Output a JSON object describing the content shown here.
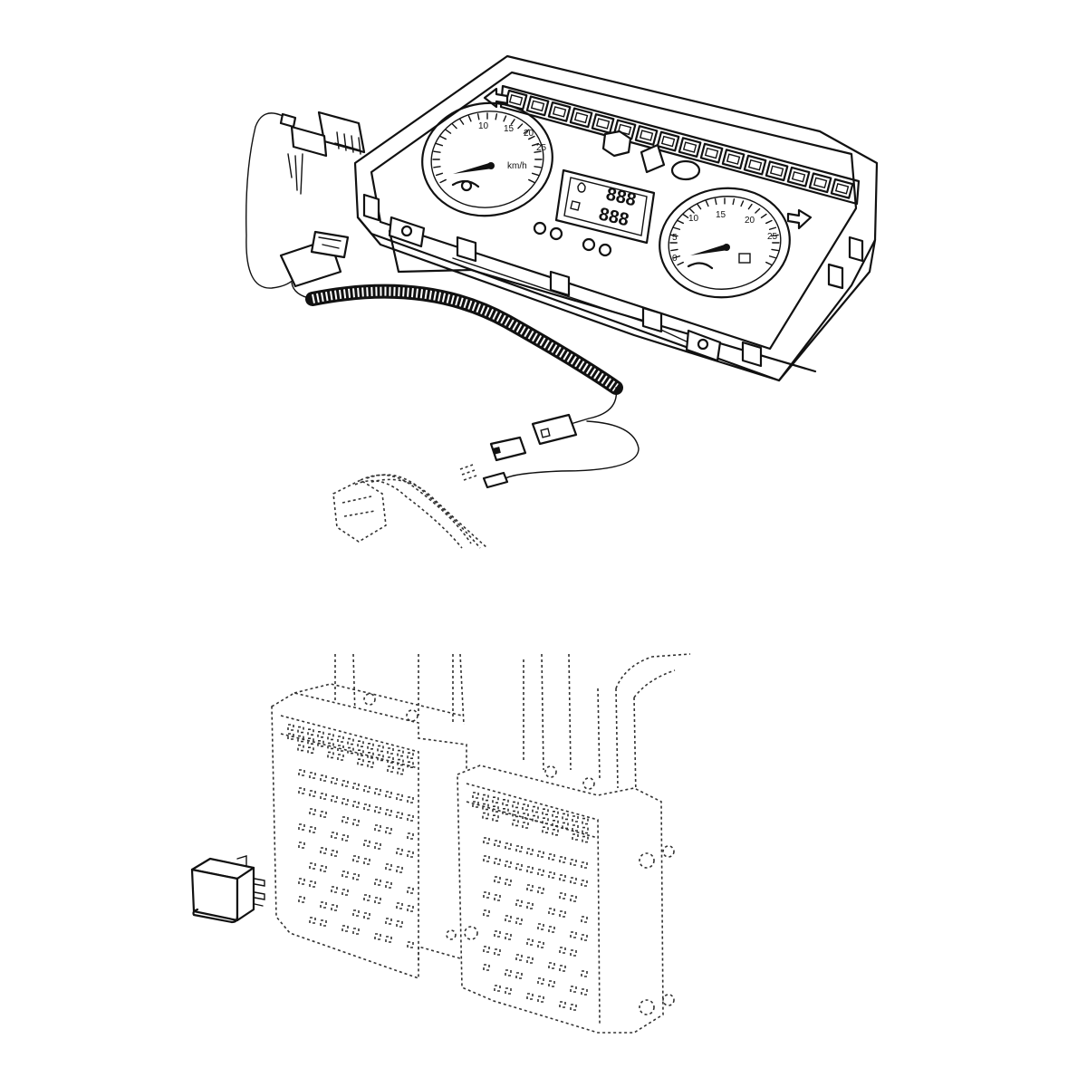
{
  "speedometer": {
    "scale_labels": [
      "10",
      "15",
      "20",
      "25"
    ],
    "unit": "km/h"
  },
  "tachometer": {
    "scale_labels": [
      "10",
      "15",
      "20",
      "25",
      "5",
      "0"
    ]
  },
  "odometer_digits": [
    "888",
    "888"
  ],
  "indicator_count": 16,
  "colors": {
    "stroke": "#111111",
    "dashed_stroke": "#333333",
    "background": "#ffffff"
  }
}
